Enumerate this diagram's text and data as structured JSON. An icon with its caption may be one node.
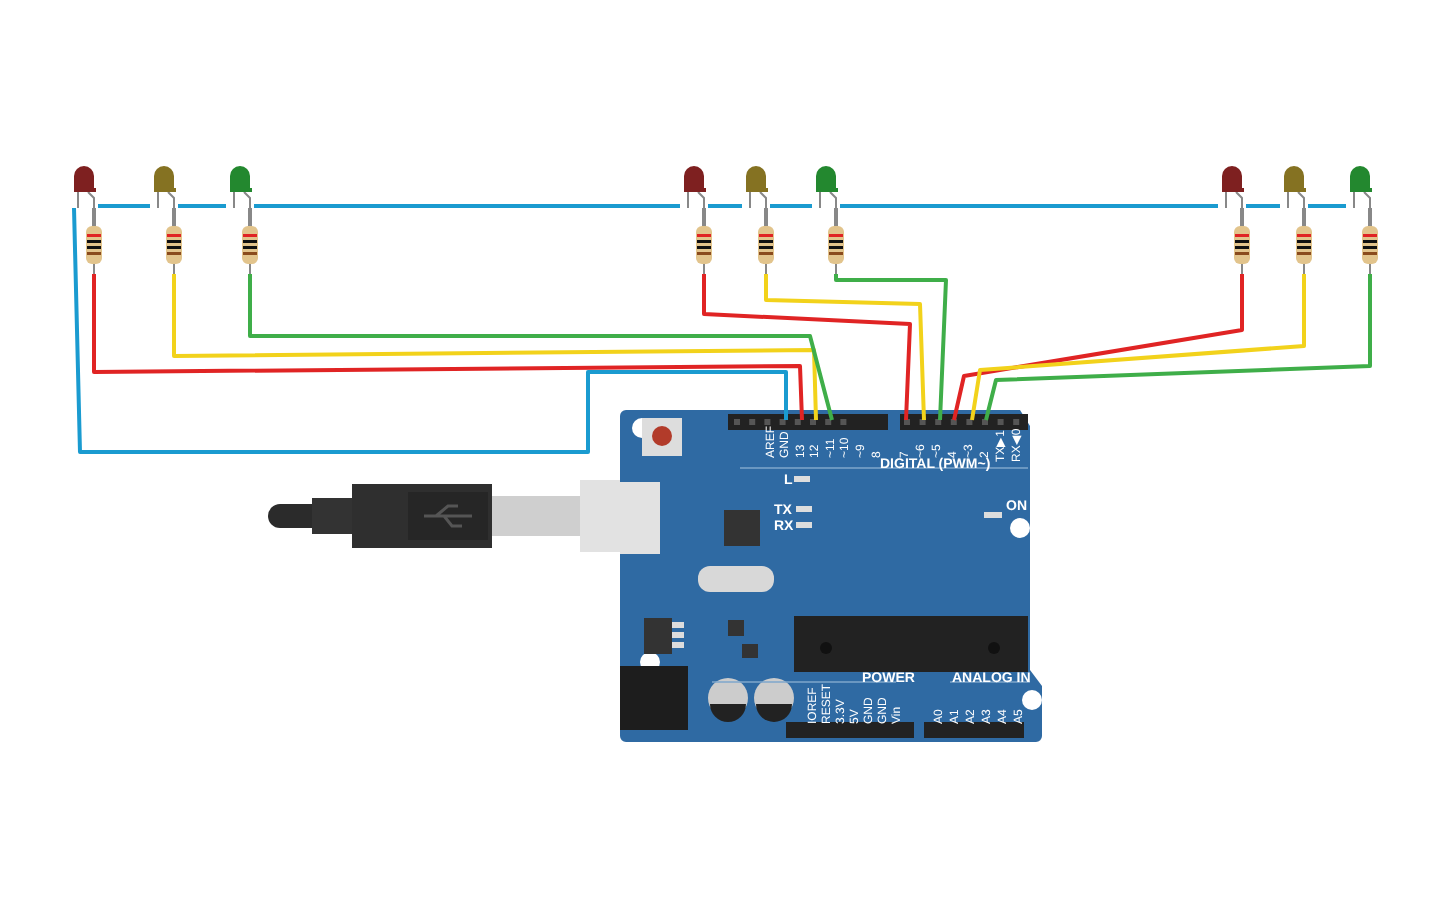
{
  "diagram": {
    "nodes": [
      {
        "text": [],
        "shape": "picture"
      },
      {
        "text": [],
        "shape": "picture"
      },
      {
        "text": [],
        "shape": "picture"
      },
      {
        "text": [],
        "shape": "picture"
      },
      {
        "text": [],
        "shape": "picture"
      },
      {
        "text": [],
        "shape": "picture"
      },
      {
        "text": [],
        "shape": "picture"
      },
      {
        "text": [],
        "shape": "picture"
      },
      {
        "text": [],
        "shape": "picture"
      },
      {
        "text": [],
        "shape": "picture"
      },
      {
        "text": [],
        "shape": "picture"
      },
      {
        "text": [],
        "shape": "picture"
      },
      {
        "text": [],
        "shape": "picture"
      },
      {
        "text": [],
        "shape": "picture"
      },
      {
        "text": [],
        "shape": "picture"
      },
      {
        "text": [],
        "shape": "picture"
      },
      {
        "text": [],
        "shape": "picture"
      },
      {
        "text": [],
        "shape": "picture"
      },
      {
        "text": [],
        "shape": "picture"
      },
      {
        "text": [
          "AREF",
          "GND",
          "13",
          "12",
          "~11",
          "~10",
          "~9",
          "8",
          "7",
          "~6",
          "~5",
          "4",
          "~3",
          "2",
          "TX▶1",
          "RX◀0",
          "DIGITAL (PWM~)",
          "L",
          "TX",
          "RX",
          "ON",
          "POWER",
          "IOREF",
          "RESET",
          "3.3V",
          "5V",
          "GND",
          "GND",
          "Vin",
          "ANALOG IN",
          "A0",
          "A1",
          "A2",
          "A3",
          "A4",
          "A5"
        ]
      }
    ],
    "edges": [
      {
        "from": 0,
        "to": 1,
        "arrow": "none",
        "color": "#1a9bd0"
      },
      {
        "from": 1,
        "to": 2,
        "arrow": "none",
        "color": "#1a9bd0"
      },
      {
        "from": 2,
        "to": 3,
        "arrow": "none",
        "color": "#1a9bd0"
      },
      {
        "from": 3,
        "to": 4,
        "arrow": "none",
        "color": "#1a9bd0"
      },
      {
        "from": 4,
        "to": 5,
        "arrow": "none",
        "color": "#1a9bd0"
      },
      {
        "from": 5,
        "to": 6,
        "arrow": "none",
        "color": "#1a9bd0"
      },
      {
        "from": 6,
        "to": 7,
        "arrow": "none",
        "color": "#1a9bd0"
      },
      {
        "from": 7,
        "to": 8,
        "arrow": "none",
        "color": "#1a9bd0"
      },
      {
        "from": 0,
        "to": 19,
        "arrow": "none",
        "color": "#1a9bd0"
      },
      {
        "from": 9,
        "to": 19,
        "arrow": "none",
        "color": "#e02424"
      },
      {
        "from": 10,
        "to": 19,
        "arrow": "none",
        "color": "#f2d21b"
      },
      {
        "from": 11,
        "to": 19,
        "arrow": "none",
        "color": "#3fae49"
      },
      {
        "from": 12,
        "to": 19,
        "arrow": "none",
        "color": "#e02424"
      },
      {
        "from": 13,
        "to": 19,
        "arrow": "none",
        "color": "#f2d21b"
      },
      {
        "from": 14,
        "to": 19,
        "arrow": "none",
        "color": "#3fae49"
      },
      {
        "from": 15,
        "to": 19,
        "arrow": "none",
        "color": "#e02424"
      },
      {
        "from": 16,
        "to": 19,
        "arrow": "none",
        "color": "#f2d21b"
      },
      {
        "from": 17,
        "to": 19,
        "arrow": "none",
        "color": "#3fae49"
      },
      {
        "from": 0,
        "to": 9,
        "arrow": "none",
        "color": "#888888"
      },
      {
        "from": 1,
        "to": 10,
        "arrow": "none",
        "color": "#888888"
      },
      {
        "from": 2,
        "to": 11,
        "arrow": "none",
        "color": "#888888"
      },
      {
        "from": 3,
        "to": 12,
        "arrow": "none",
        "color": "#888888"
      },
      {
        "from": 4,
        "to": 13,
        "arrow": "none",
        "color": "#888888"
      },
      {
        "from": 5,
        "to": 14,
        "arrow": "none",
        "color": "#888888"
      },
      {
        "from": 6,
        "to": 15,
        "arrow": "none",
        "color": "#888888"
      },
      {
        "from": 7,
        "to": 16,
        "arrow": "none",
        "color": "#888888"
      },
      {
        "from": 8,
        "to": 17,
        "arrow": "none",
        "color": "#888888"
      }
    ]
  }
}
